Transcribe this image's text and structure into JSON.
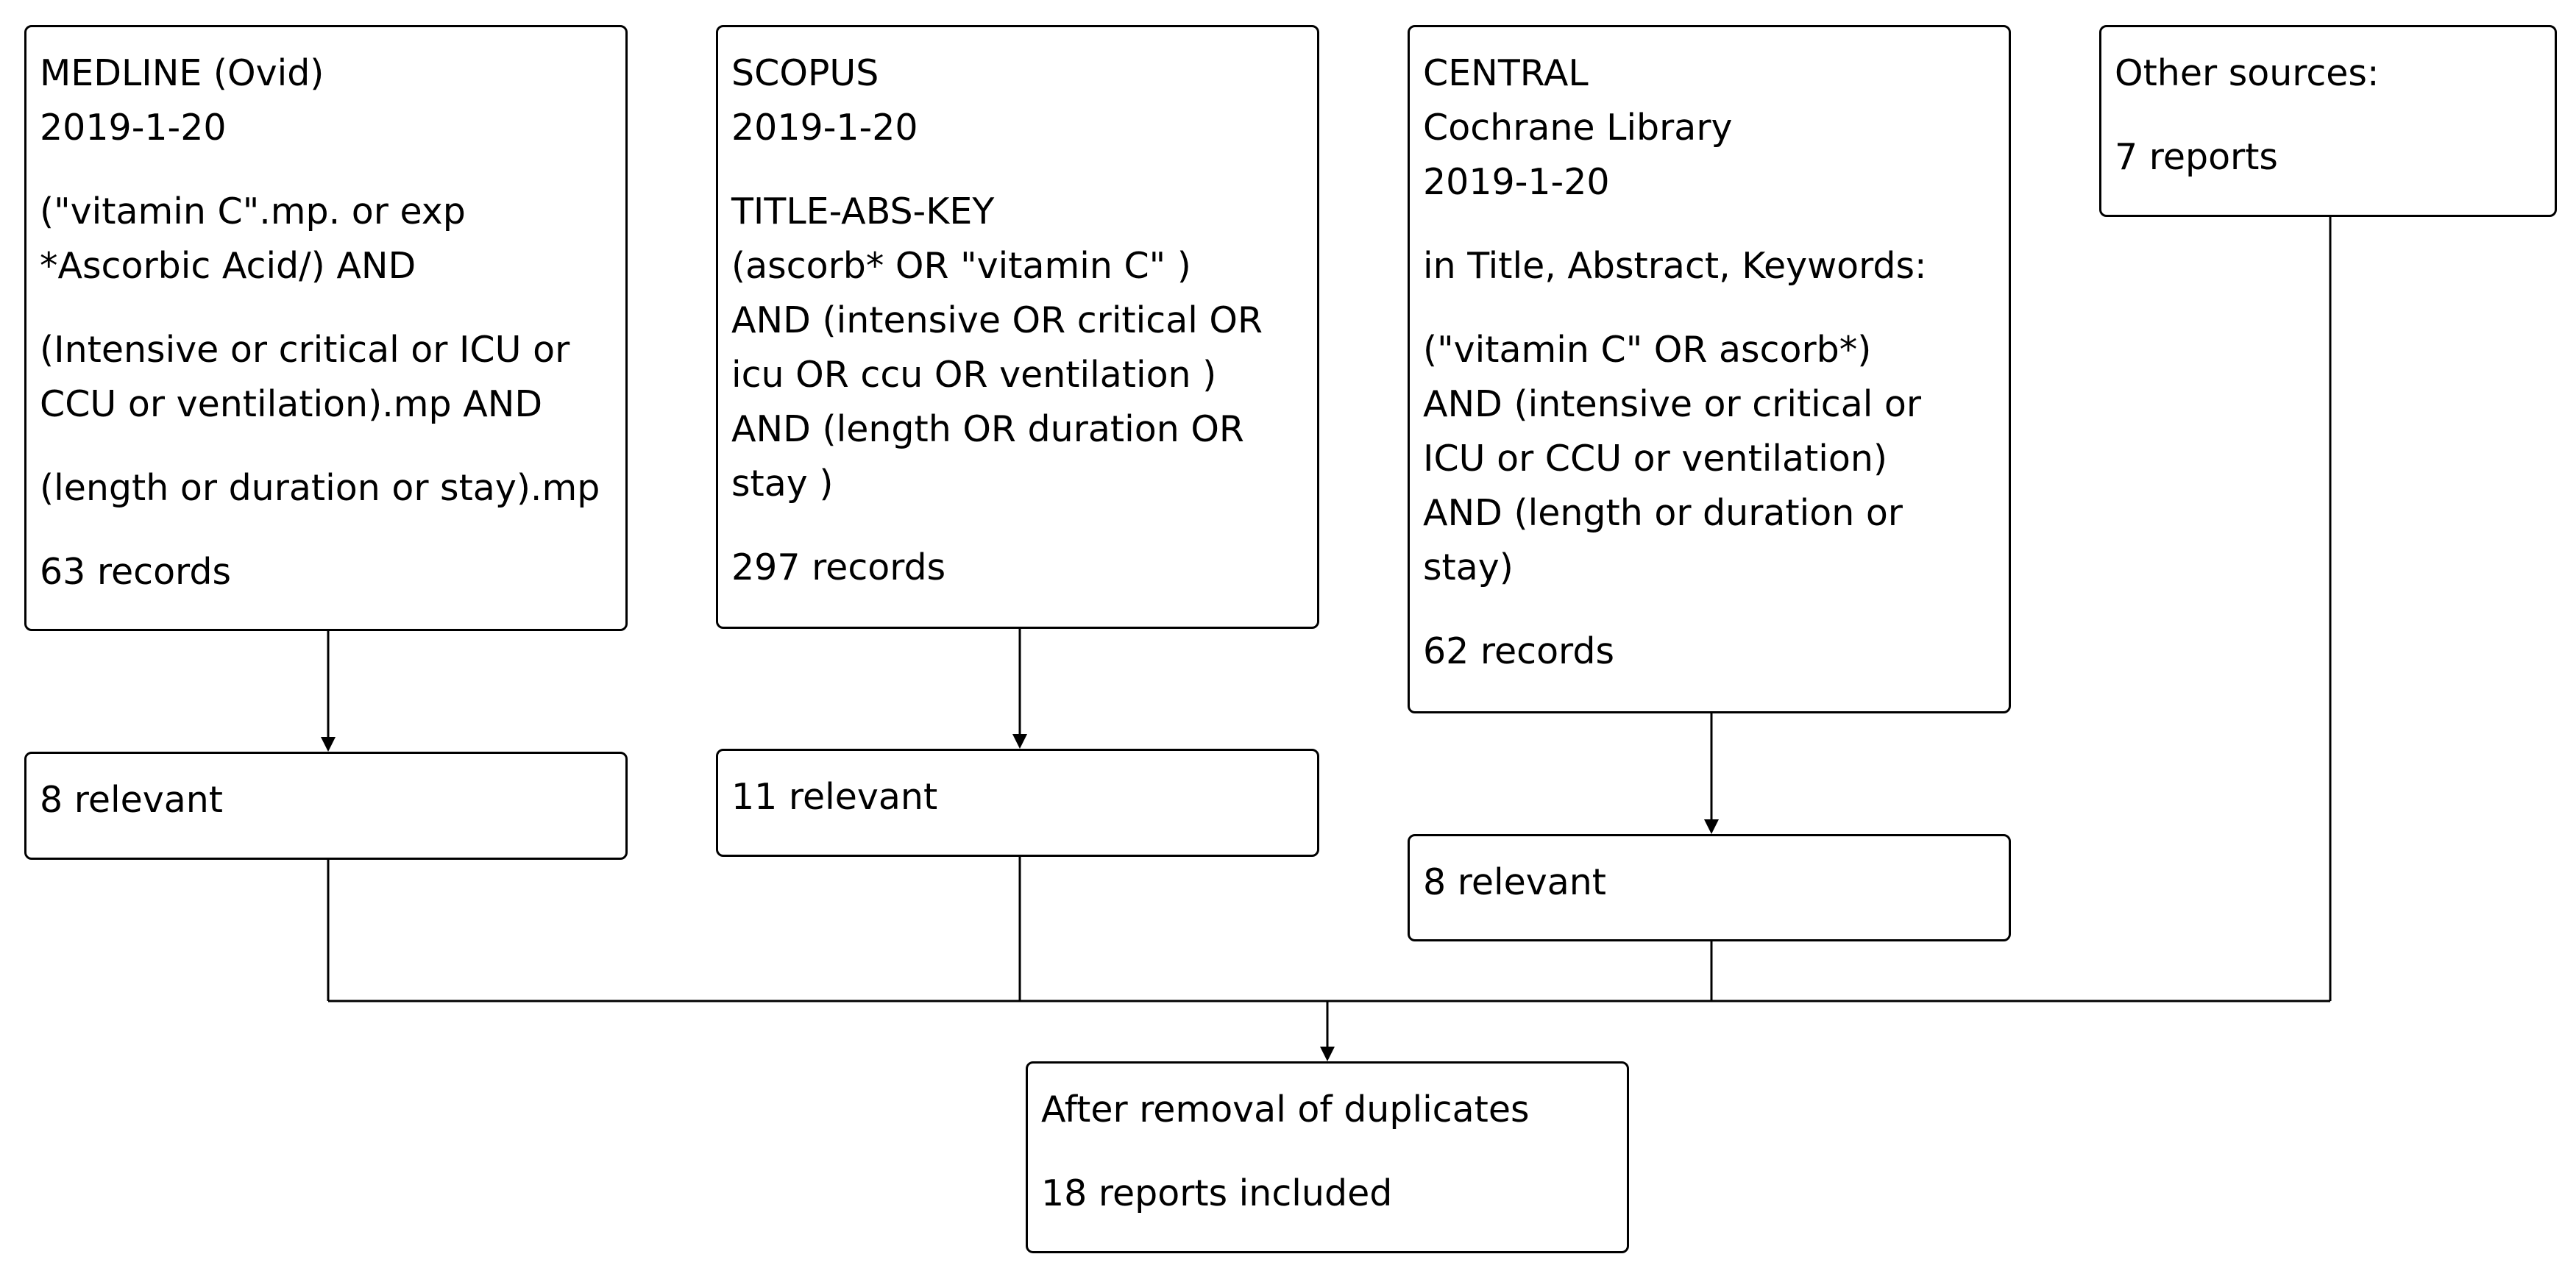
{
  "sources": [
    {
      "lines": [
        "MEDLINE (Ovid)",
        "2019-1-20"
      ],
      "query": [
        [
          "(\"vitamin C\".mp. or exp",
          "*Ascorbic Acid/) AND"
        ],
        [
          "(Intensive or critical or ICU or",
          "CCU or ventilation).mp AND"
        ],
        [
          "(length or duration or stay).mp"
        ]
      ],
      "records": "63 records",
      "relevant": "8 relevant"
    },
    {
      "lines": [
        "SCOPUS",
        "2019-1-20"
      ],
      "query": [
        [
          "TITLE-ABS-KEY",
          "(ascorb* OR \"vitamin C\" )",
          "AND (intensive OR critical OR",
          "icu OR ccu OR ventilation )",
          "AND (length OR duration OR",
          "stay )"
        ]
      ],
      "records": "297 records",
      "relevant": "11 relevant"
    },
    {
      "lines": [
        "CENTRAL",
        "Cochrane Library",
        "2019-1-20"
      ],
      "query": [
        [
          "in Title, Abstract, Keywords:"
        ],
        [
          "(\"vitamin C\" OR ascorb*)",
          "AND (intensive or critical or",
          "ICU or CCU or ventilation)",
          "AND (length or duration or",
          "stay)"
        ]
      ],
      "records": "62 records",
      "relevant": "8 relevant"
    },
    {
      "lines": [
        "Other sources:"
      ],
      "records": "7 reports"
    }
  ],
  "result": {
    "line1": "After removal of duplicates",
    "line2": "18 reports included"
  }
}
